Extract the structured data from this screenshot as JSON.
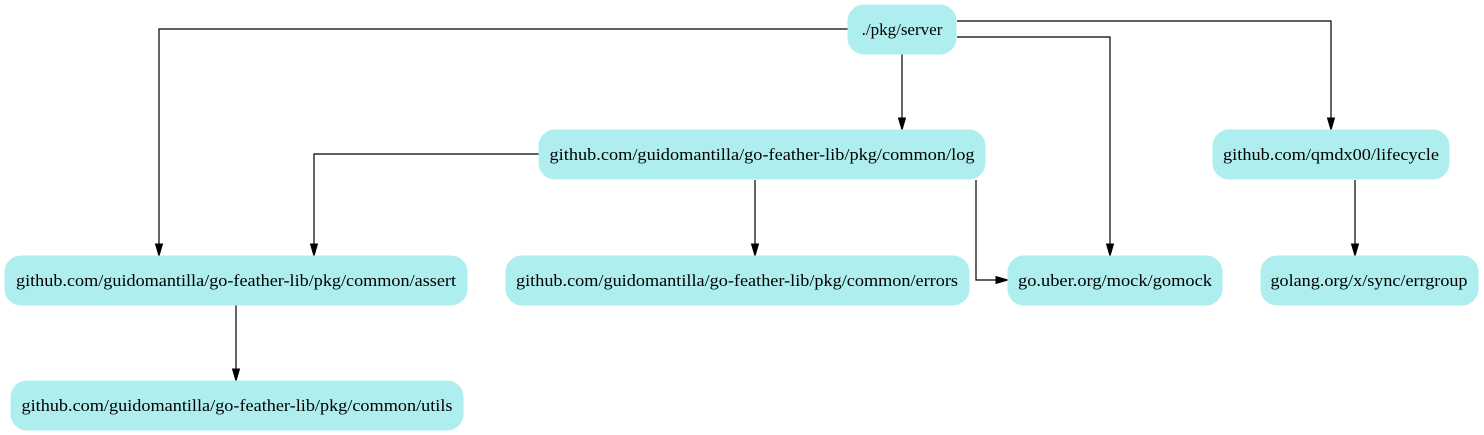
{
  "graph": {
    "colors": {
      "node_fill": "#afeeee",
      "edge": "#000000",
      "background": "#ffffff"
    },
    "nodes": [
      {
        "id": "server",
        "label": "./pkg/server"
      },
      {
        "id": "log",
        "label": "github.com/guidomantilla/go-feather-lib/pkg/common/log"
      },
      {
        "id": "lifecycle",
        "label": "github.com/qmdx00/lifecycle"
      },
      {
        "id": "assert",
        "label": "github.com/guidomantilla/go-feather-lib/pkg/common/assert"
      },
      {
        "id": "errors",
        "label": "github.com/guidomantilla/go-feather-lib/pkg/common/errors"
      },
      {
        "id": "gomock",
        "label": "go.uber.org/mock/gomock"
      },
      {
        "id": "errgroup",
        "label": "golang.org/x/sync/errgroup"
      },
      {
        "id": "utils",
        "label": "github.com/guidomantilla/go-feather-lib/pkg/common/utils"
      }
    ],
    "edges": [
      {
        "from": "server",
        "to": "assert"
      },
      {
        "from": "server",
        "to": "log"
      },
      {
        "from": "server",
        "to": "gomock"
      },
      {
        "from": "server",
        "to": "lifecycle"
      },
      {
        "from": "log",
        "to": "assert"
      },
      {
        "from": "log",
        "to": "errors"
      },
      {
        "from": "log",
        "to": "gomock"
      },
      {
        "from": "lifecycle",
        "to": "errgroup"
      },
      {
        "from": "assert",
        "to": "utils"
      }
    ]
  }
}
